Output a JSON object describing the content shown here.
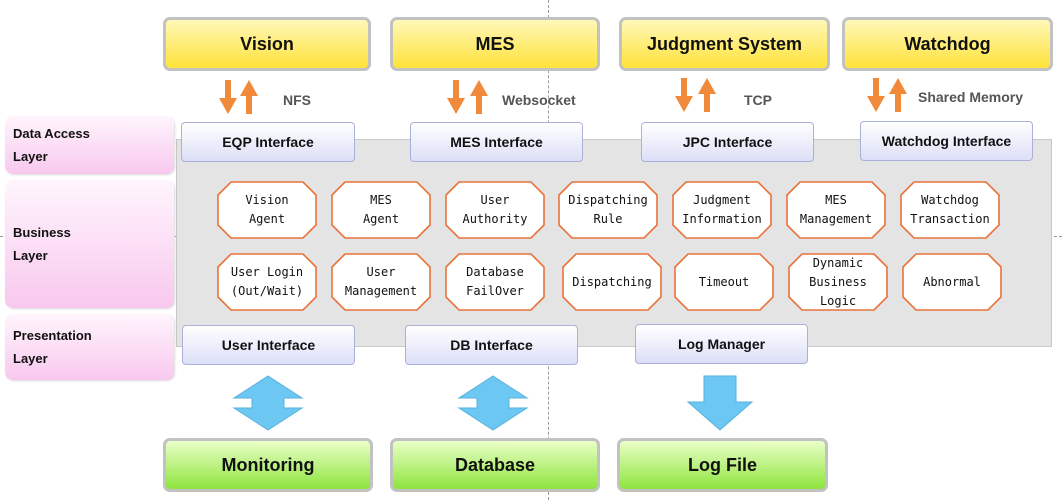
{
  "external_top": [
    {
      "id": "vision",
      "label": "Vision"
    },
    {
      "id": "mes",
      "label": "MES"
    },
    {
      "id": "judgment",
      "label": "Judgment System"
    },
    {
      "id": "watchdog",
      "label": "Watchdog"
    }
  ],
  "protocols": [
    "NFS",
    "Websocket",
    "TCP",
    "Shared Memory"
  ],
  "layers": {
    "data_access": [
      "Data Access",
      "Layer"
    ],
    "business": [
      "Business",
      "Layer"
    ],
    "presentation": [
      "Presentation",
      "Layer"
    ]
  },
  "data_access_interfaces": [
    "EQP Interface",
    "MES Interface",
    "JPC Interface",
    "Watchdog Interface"
  ],
  "business_modules_row1": [
    [
      "Vision",
      "Agent"
    ],
    [
      "MES",
      "Agent"
    ],
    [
      "User",
      "Authority"
    ],
    [
      "Dispatching",
      "Rule"
    ],
    [
      "Judgment",
      "Information"
    ],
    [
      "MES",
      "Management"
    ],
    [
      "Watchdog",
      "Transaction"
    ]
  ],
  "business_modules_row2": [
    [
      "User Login",
      "(Out/Wait)"
    ],
    [
      "User",
      "Management"
    ],
    [
      "Database",
      "FailOver"
    ],
    [
      "Dispatching"
    ],
    [
      "Timeout"
    ],
    [
      "Dynamic",
      "Business",
      "Logic"
    ],
    [
      "Abnormal"
    ]
  ],
  "presentation_interfaces": [
    "User Interface",
    "DB Interface",
    "Log Manager"
  ],
  "external_bottom": [
    {
      "id": "monitoring",
      "label": "Monitoring"
    },
    {
      "id": "database",
      "label": "Database"
    },
    {
      "id": "logfile",
      "label": "Log File"
    }
  ],
  "colors": {
    "orange_arrow": "#f08a3a",
    "blue_arrow": "#6cc8f3",
    "module_border": "#e8733a",
    "top_box": "#ffe23a",
    "bottom_box": "#8ee43e",
    "layer_label": "#f8c8ee",
    "interface": "#dcdff7"
  }
}
